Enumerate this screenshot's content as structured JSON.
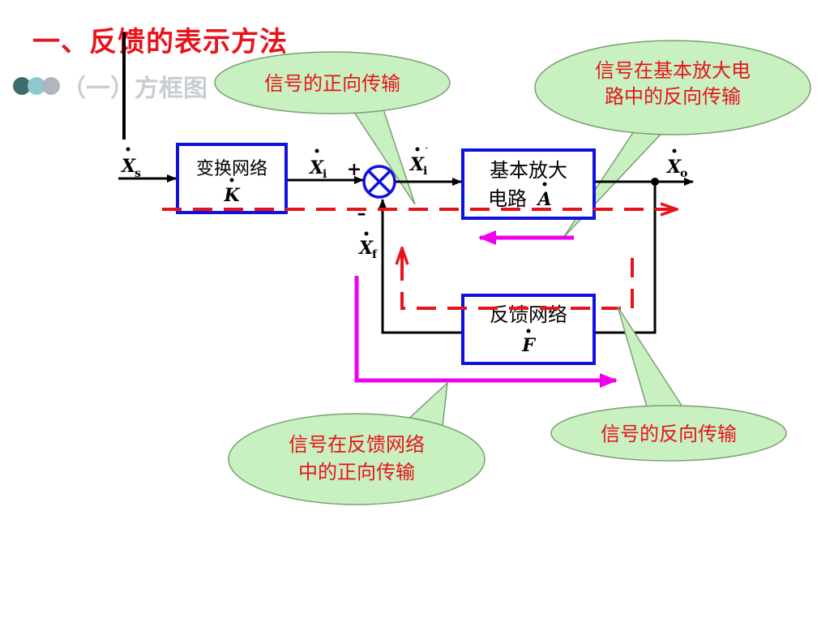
{
  "title": "一、反馈的表示方法",
  "subtitle": "（一）方框图",
  "colors": {
    "title": "#e8141c",
    "block_border": "#1010e0",
    "forward_dashed": "#e8141c",
    "backward_arrow": "#ee00ee",
    "callout_fill": "#c8f0c0",
    "callout_text": "#e8141c"
  },
  "blocks": {
    "transform": {
      "line1": "变换网络",
      "symbol": "K"
    },
    "amplifier": {
      "line1": "基本放大",
      "line2": "电路",
      "symbol": "A"
    },
    "feedback": {
      "line1": "反馈网络",
      "symbol": "F"
    }
  },
  "signals": {
    "xs": {
      "symbol": "X",
      "sub": "s"
    },
    "xi": {
      "symbol": "X",
      "sub": "i"
    },
    "xi_prime": {
      "symbol": "X",
      "sub": "i",
      "prime": "′"
    },
    "xo": {
      "symbol": "X",
      "sub": "o"
    },
    "xf": {
      "symbol": "X",
      "sub": "f"
    }
  },
  "summing": {
    "plus": "+",
    "minus": "–"
  },
  "callouts": {
    "forward": "信号的正向传输",
    "amp_reverse_line1": "信号在基本放大电",
    "amp_reverse_line2": "路中的反向传输",
    "fb_forward_line1": "信号在反馈网络",
    "fb_forward_line2": "中的正向传输",
    "reverse": "信号的反向传输"
  }
}
